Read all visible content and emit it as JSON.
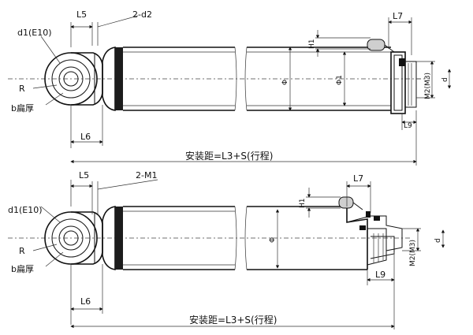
{
  "drawings": [
    {
      "labels": {
        "l5": "L5",
        "d2": "2-d2",
        "d1": "d1(E10)",
        "r": "R",
        "b": "b扁厚",
        "l6": "L6",
        "l7": "L7",
        "h1": "H1",
        "phi": "Φ",
        "phi1": "Φ1",
        "d": "d",
        "m2": "M2(M3)",
        "l9": "L9",
        "install": "安装距=L3+S(行程)"
      }
    },
    {
      "labels": {
        "l5": "L5",
        "m1": "2-M1",
        "d1": "d1(E10)",
        "r": "R",
        "b": "b扁厚",
        "l6": "L6",
        "l7": "L7",
        "h1": "H1",
        "phi": "Φ",
        "d": "d",
        "m2": "M2(M3)",
        "l9": "L9",
        "install": "安装距=L3+S(行程)"
      }
    }
  ]
}
